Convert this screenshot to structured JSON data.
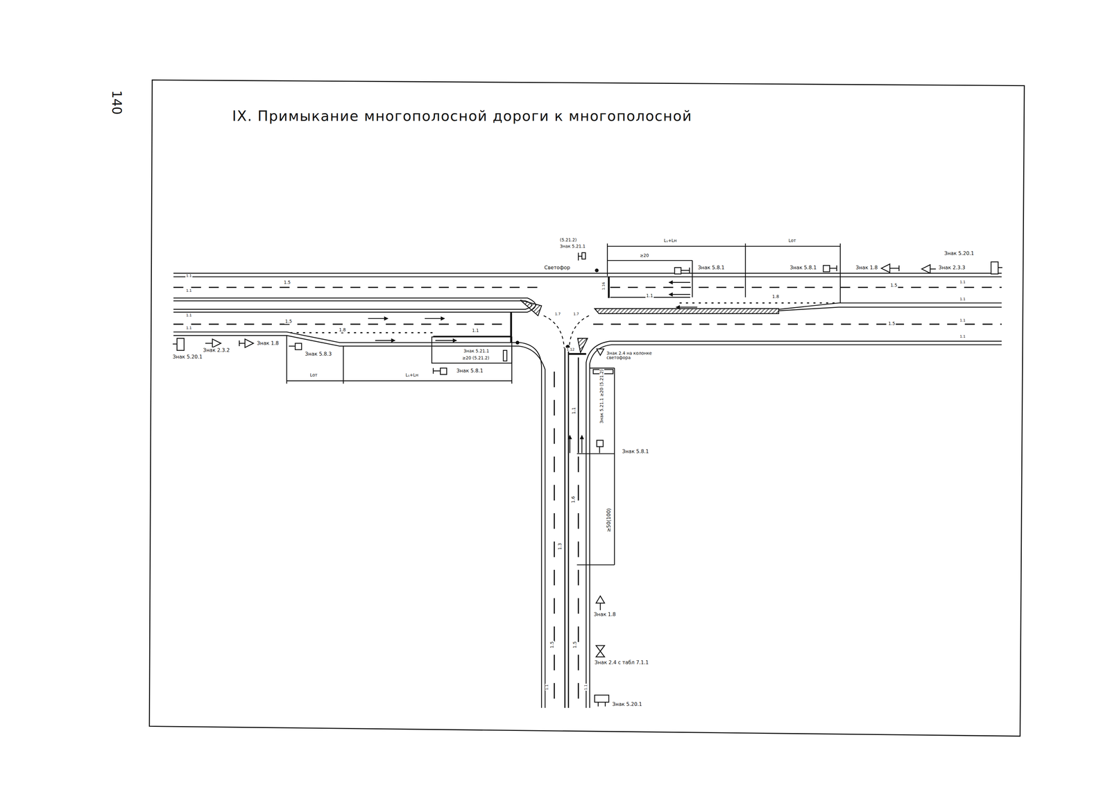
{
  "diagram": {
    "title": "IX. Примыкание многополосной дороги к многополосной",
    "labels": [
      "140",
      "(5.21.2)",
      "Знак 5.21.1",
      "Светофор",
      "L₁+Lн",
      "Lот",
      "≥20",
      "Знак 5.8.1",
      "Знак 5.8.1",
      "Знак 1.8",
      "Знак 2.3.3",
      "Знак 5.20.1",
      "1.1",
      "1.1",
      "1.5",
      "1.1",
      "1.1",
      "1.5",
      "1.8",
      "1.1",
      "1.5",
      "1.1",
      "1.1",
      "1.5",
      "1.1",
      "1.1",
      "1.8",
      "1.1",
      "1.16",
      "1.7",
      "1.7",
      "1.12",
      "1.1",
      "1.6",
      "1.3",
      "1.5",
      "1.5",
      "1.1",
      "1.1",
      "Знак 5.20.1",
      "Знак 2.3.2",
      "Знак 1.8",
      "Знак 5.8.3",
      "Lот",
      "L₁+Lн",
      "Знак 5.21.1",
      "≥20 (5.21.2)",
      "Знак 5.8.1",
      "Знак 2.4 на колонке светофора",
      "Знак 5.21.1 ≥20 (5.21.2)",
      "Знак 5.8.1",
      "≥50(100)",
      "Знак 1.8",
      "Знак 2.4 с табл 7.1.1",
      "Знак 5.20.1"
    ]
  }
}
